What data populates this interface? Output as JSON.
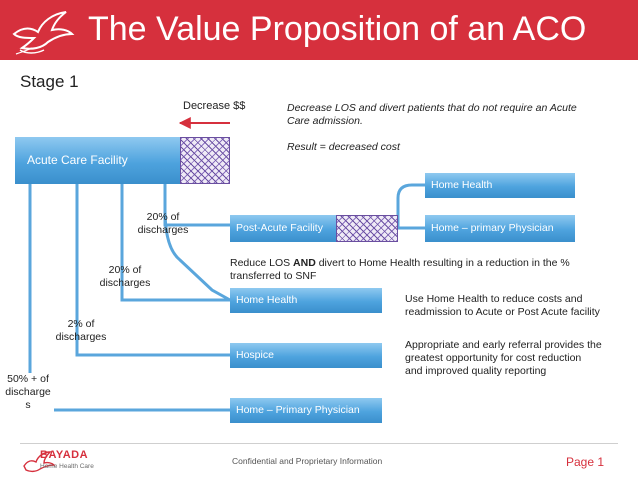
{
  "header": {
    "title": "The Value Proposition of an ACO"
  },
  "stage": "Stage 1",
  "decrease_label": "Decrease $$",
  "note": {
    "line1": "Decrease LOS and divert patients that do not require an Acute",
    "line2": "Care admission.",
    "result": "Result = decreased cost"
  },
  "boxes": {
    "acute": "Acute Care Facility",
    "post_acute": "Post-Acute Facility",
    "home_health_top": "Home Health",
    "home_primary_top": "Home – primary Physician",
    "home_health_mid": "Home Health",
    "hospice": "Hospice",
    "home_primary_bottom": "Home – Primary Physician"
  },
  "percents": {
    "p1_line1": "20% of",
    "p1_line2": "discharges",
    "p2_line1": "20% of",
    "p2_line2": "discharges",
    "p3_line1": "2% of",
    "p3_line2": "discharges",
    "p4_line1": "50% + of",
    "p4_line2": "discharge",
    "p4_line3": "s"
  },
  "reduce_text": {
    "pre": "Reduce LOS ",
    "bold": "AND",
    "post": " divert to Home Health resulting in a reduction in the %",
    "line2": "transferred to SNF"
  },
  "side_notes": {
    "n1_line1": "Use Home Health to reduce costs and",
    "n1_line2": "readmission to Acute or Post Acute facility",
    "n2_line1": "Appropriate and early referral provides the",
    "n2_line2": "greatest opportunity for cost reduction",
    "n2_line3": "and improved quality reporting"
  },
  "footer": {
    "brand": "BAYADA",
    "brand_sub": "Home Health Care",
    "confidential": "Confidential and Proprietary Information",
    "page": "Page 1"
  },
  "colors": {
    "header": "#d6303d",
    "box": "#4ea3de",
    "line": "#5aa6dc",
    "arrow": "#d6303d"
  }
}
